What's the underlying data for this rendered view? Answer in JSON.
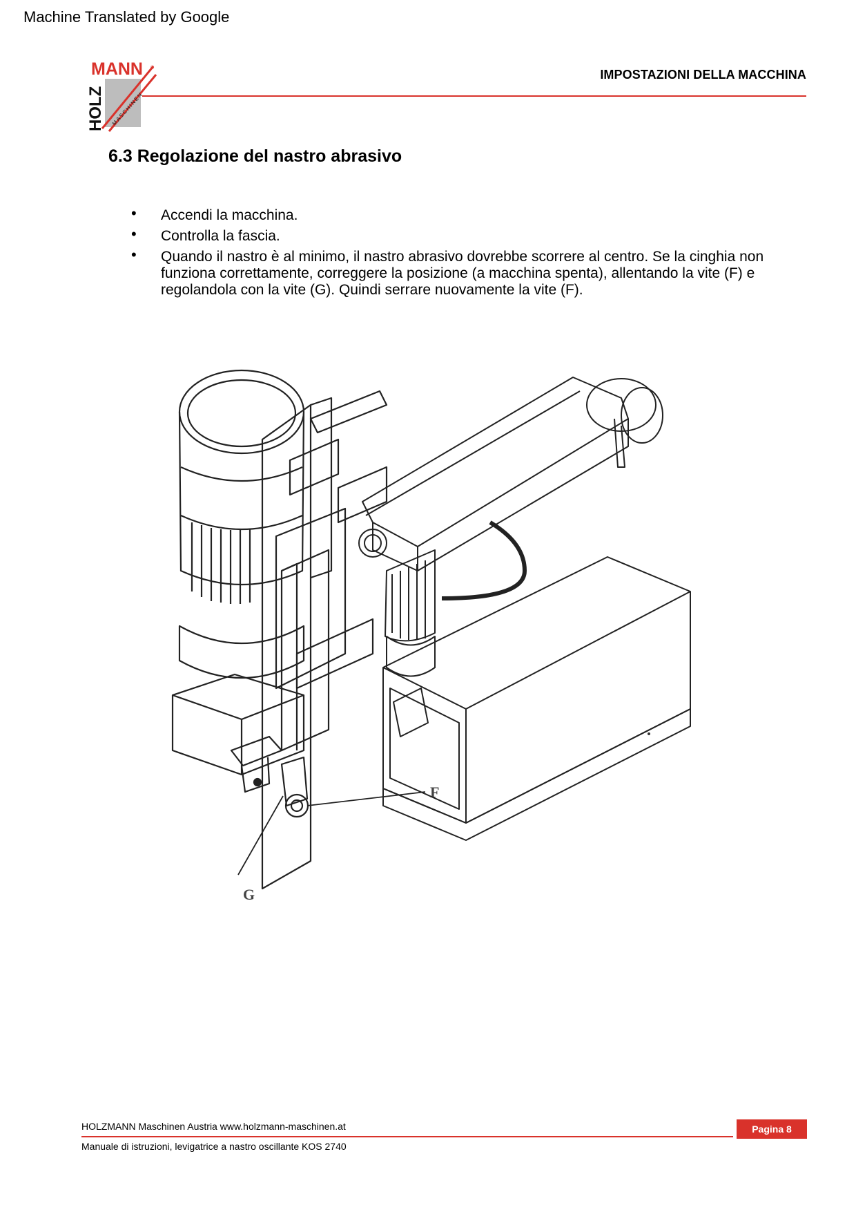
{
  "banner": {
    "text": "Machine Translated by Google"
  },
  "logo": {
    "brand_top": "MANN",
    "brand_side": "HOLZ",
    "brand_sub": "MASCHINEN",
    "registered": "®",
    "accent_color": "#d9322b"
  },
  "header": {
    "title": "IMPOSTAZIONI DELLA MACCHINA",
    "rule_color": "#d9322b"
  },
  "section": {
    "title": "6.3 Regolazione del nastro abrasivo"
  },
  "bullets": [
    {
      "marker": "•",
      "text": "Accendi la macchina."
    },
    {
      "marker": "•",
      "text": "Controlla la fascia."
    },
    {
      "marker": "•",
      "text": "Quando il nastro è al minimo, il nastro abrasivo dovrebbe scorrere al centro. Se la cinghia non funziona correttamente, correggere la posizione (a macchina spenta), allentando la vite (F) e regolandola con la vite (G). Quindi serrare nuovamente la vite (F)."
    }
  ],
  "figure": {
    "label_f": "F",
    "label_g": "G"
  },
  "footer": {
    "company": "HOLZMANN Maschinen Austria www.holzmann-maschinen.at",
    "manual": "Manuale di istruzioni, levigatrice a nastro oscillante KOS 2740",
    "page": "Pagina 8",
    "accent_color": "#d9322b"
  }
}
